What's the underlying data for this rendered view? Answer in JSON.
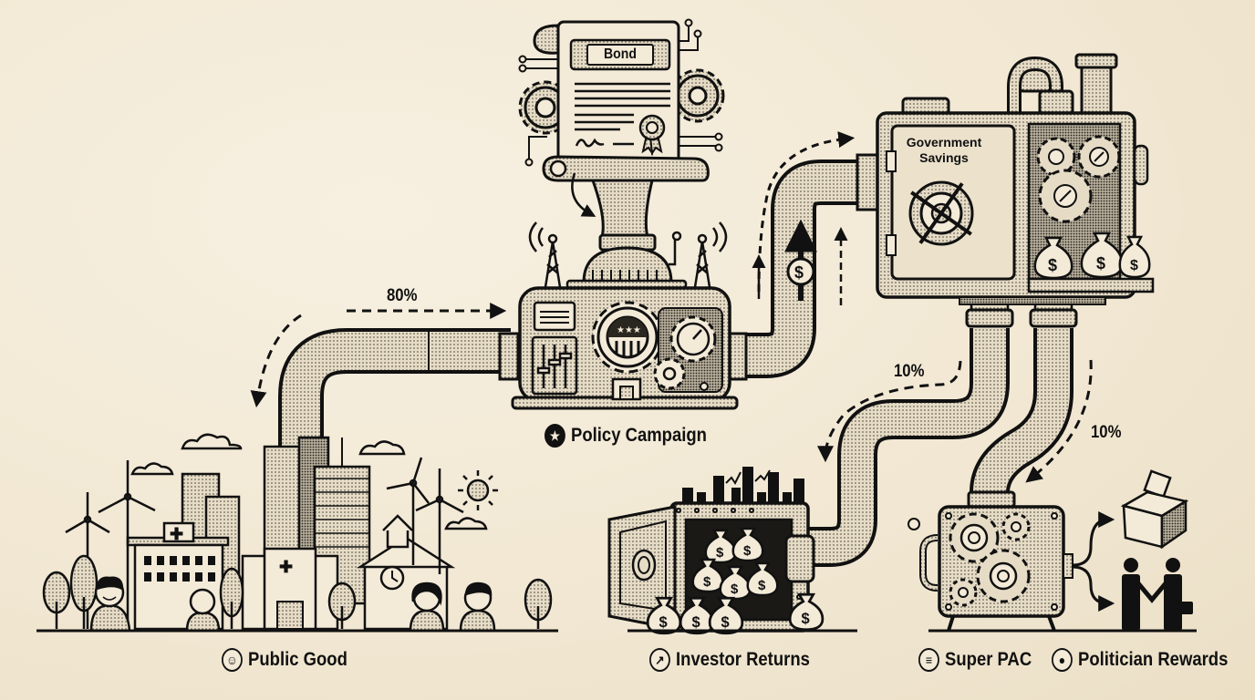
{
  "diagram": {
    "bond_label": "Bond",
    "policy_campaign": {
      "label": "Policy Campaign",
      "icon": "flag-stars-icon"
    },
    "government_savings": {
      "label_line1": "Government",
      "label_line2": "Savings"
    },
    "flows": [
      {
        "from": "Policy Campaign",
        "to": "Public Good",
        "percent": "80%"
      },
      {
        "from": "Government Savings",
        "to": "Investor Returns",
        "percent": "10%"
      },
      {
        "from": "Government Savings",
        "to": "Super PAC / Politician Rewards",
        "percent": "10%"
      }
    ],
    "outputs": {
      "public_good": {
        "label": "Public Good",
        "icon": "smiley-icon"
      },
      "investor_returns": {
        "label": "Investor Returns",
        "icon": "chart-growth-icon"
      },
      "super_pac": {
        "label": "Super PAC",
        "icon": "ballot-icon"
      },
      "politician_rewards": {
        "label": "Politician Rewards",
        "icon": "person-icon"
      }
    },
    "dollar_symbol": "$",
    "colors": {
      "background": "#f3ead8",
      "ink": "#111111",
      "shade": "#c9c0ad"
    }
  }
}
